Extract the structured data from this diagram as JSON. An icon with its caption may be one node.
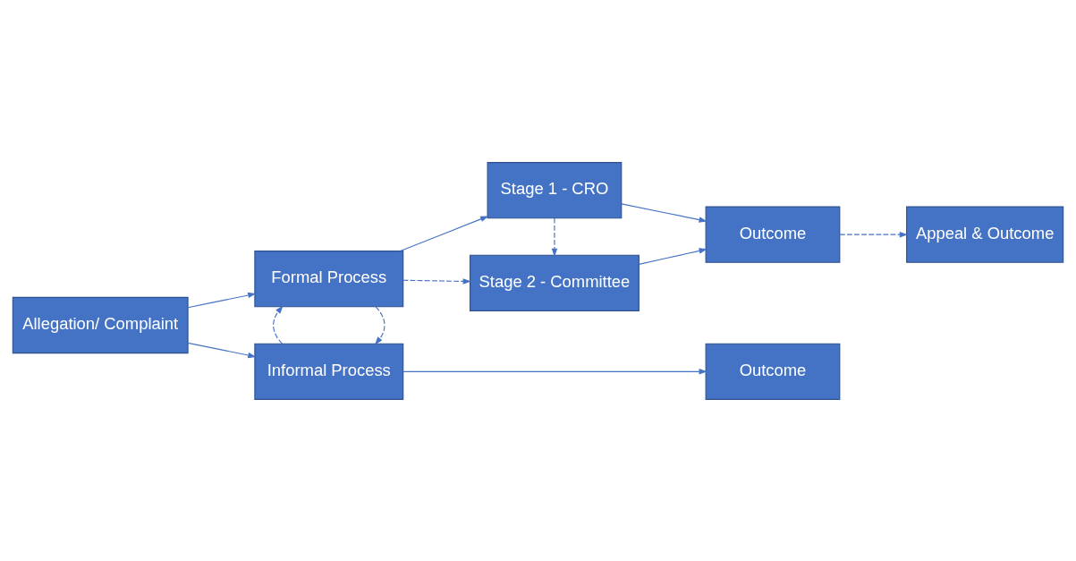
{
  "diagram": {
    "nodes": [
      {
        "text": [
          "Allegation/ Complaint"
        ]
      },
      {
        "text": [
          "Informal Process"
        ]
      },
      {
        "text": [
          "Outcome"
        ]
      },
      {
        "text": [
          "Stage 1 - CRO"
        ]
      },
      {
        "text": [
          "Formal Process"
        ]
      },
      {
        "text": [
          "Outcome"
        ]
      },
      {
        "text": [
          "Appeal & Outcome"
        ]
      },
      {
        "text": [
          "Stage 2 - Committee"
        ]
      }
    ],
    "edges": [
      {
        "from": 0,
        "to": 1,
        "arrow": "to"
      },
      {
        "from": 0,
        "to": 4,
        "arrow": "to"
      },
      {
        "from": 1,
        "to": 2,
        "arrow": "to"
      },
      {
        "from": 4,
        "to": 1,
        "arrow": "to",
        "style": "dashed"
      },
      {
        "from": 1,
        "to": 4,
        "arrow": "to",
        "style": "dashed"
      },
      {
        "from": 4,
        "to": 3,
        "arrow": "to"
      },
      {
        "from": 4,
        "to": 7,
        "arrow": "to",
        "style": "dashed"
      },
      {
        "from": 3,
        "to": 7,
        "arrow": "to",
        "style": "dashed"
      },
      {
        "from": 3,
        "to": 5,
        "arrow": "to"
      },
      {
        "from": 7,
        "to": 5,
        "arrow": "to"
      },
      {
        "from": 5,
        "to": 6,
        "arrow": "to",
        "style": "dashed"
      }
    ]
  }
}
